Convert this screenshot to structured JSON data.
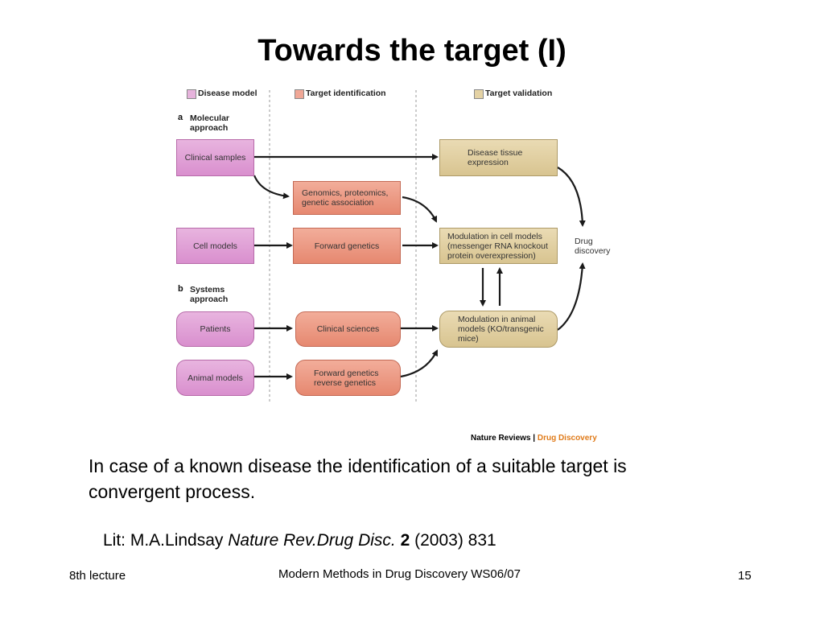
{
  "slide": {
    "title": "Towards the target (I)",
    "body_text": "In case of a known disease the identification of a suitable target is convergent process.",
    "literature": {
      "prefix": "Lit: M.A.Lindsay ",
      "journal": "Nature Rev.Drug Disc.",
      "volume": "2",
      "rest": " (2003) 831"
    },
    "footer": {
      "left": "8th lecture",
      "center": "Modern Methods in Drug Discovery WS06/07",
      "page": "15"
    }
  },
  "diagram": {
    "legend": {
      "disease_model": "Disease model",
      "target_identification": "Target identification",
      "target_validation": "Target validation"
    },
    "colors": {
      "disease_model": "#d98fce",
      "target_identification": "#e68870",
      "target_validation": "#d8c490",
      "arrow": "#1a1a1a",
      "divider": "#999999"
    },
    "sections": {
      "a": {
        "letter": "a",
        "line1": "Molecular",
        "line2": "approach"
      },
      "b": {
        "letter": "b",
        "line1": "Systems",
        "line2": "approach"
      }
    },
    "boxes": {
      "clinical_samples": "Clinical samples",
      "cell_models": "Cell models",
      "patients": "Patients",
      "animal_models": "Animal models",
      "genomics": "Genomics, proteomics, genetic association",
      "forward_genetics": "Forward genetics",
      "clinical_sciences": "Clinical sciences",
      "forward_reverse_genetics": "Forward genetics reverse genetics",
      "disease_tissue": "Disease tissue expression",
      "modulation_cell": "Modulation in cell models (messenger RNA knockout protein overexpression)",
      "modulation_animal": "Modulation in animal models (KO/transgenic mice)"
    },
    "drug_discovery": {
      "line1": "Drug",
      "line2": "discovery"
    },
    "attribution": {
      "publisher": "Nature Reviews",
      "separator": " | ",
      "journal": "Drug Discovery",
      "journal_color": "#e07b1a"
    }
  }
}
